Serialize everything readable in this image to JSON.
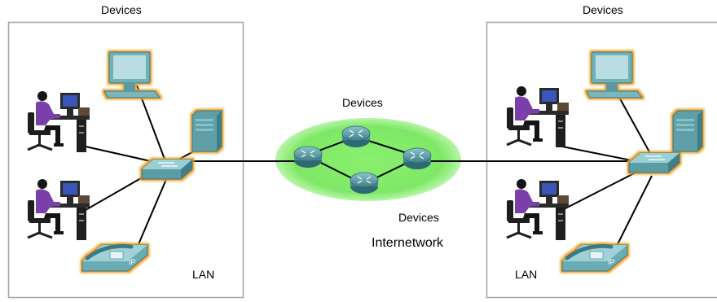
{
  "labels": {
    "left_devices": "Devices",
    "right_devices": "Devices",
    "top_center_devices": "Devices",
    "bottom_center_devices": "Devices",
    "internetwork": "Internetwork",
    "left_lan": "LAN",
    "right_lan": "LAN"
  },
  "phone_badge": "IP",
  "colors": {
    "lan_border": "#a8a8a8",
    "internetwork_cloud": "#80ee68",
    "device_glow": "#f4a020",
    "device_body": "#5fa0a8",
    "user_shirt": "#7a3fa8",
    "link": "#000000"
  }
}
